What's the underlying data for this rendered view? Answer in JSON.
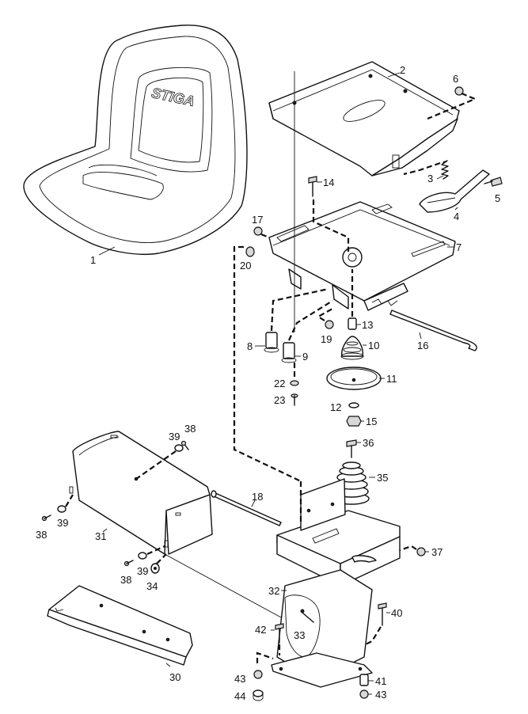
{
  "diagram": {
    "brand_text": "STIGA",
    "callouts": [
      {
        "id": "c1",
        "label": "1"
      },
      {
        "id": "c2",
        "label": "2"
      },
      {
        "id": "c3",
        "label": "3"
      },
      {
        "id": "c4",
        "label": "4"
      },
      {
        "id": "c5",
        "label": "5"
      },
      {
        "id": "c6",
        "label": "6"
      },
      {
        "id": "c7",
        "label": "7"
      },
      {
        "id": "c8",
        "label": "8"
      },
      {
        "id": "c9",
        "label": "9"
      },
      {
        "id": "c10",
        "label": "10"
      },
      {
        "id": "c11",
        "label": "11"
      },
      {
        "id": "c12",
        "label": "12"
      },
      {
        "id": "c13",
        "label": "13"
      },
      {
        "id": "c14",
        "label": "14"
      },
      {
        "id": "c15",
        "label": "15"
      },
      {
        "id": "c16",
        "label": "16"
      },
      {
        "id": "c17",
        "label": "17"
      },
      {
        "id": "c18",
        "label": "18"
      },
      {
        "id": "c19",
        "label": "19"
      },
      {
        "id": "c20",
        "label": "20"
      },
      {
        "id": "c22",
        "label": "22"
      },
      {
        "id": "c23",
        "label": "23"
      },
      {
        "id": "c30",
        "label": "30"
      },
      {
        "id": "c31",
        "label": "31"
      },
      {
        "id": "c32",
        "label": "32"
      },
      {
        "id": "c33",
        "label": "33"
      },
      {
        "id": "c34",
        "label": "34"
      },
      {
        "id": "c35",
        "label": "35"
      },
      {
        "id": "c36",
        "label": "36"
      },
      {
        "id": "c37",
        "label": "37"
      },
      {
        "id": "c38a",
        "label": "38"
      },
      {
        "id": "c38b",
        "label": "38"
      },
      {
        "id": "c38c",
        "label": "38"
      },
      {
        "id": "c39a",
        "label": "39"
      },
      {
        "id": "c39b",
        "label": "39"
      },
      {
        "id": "c39c",
        "label": "39"
      },
      {
        "id": "c40",
        "label": "40"
      },
      {
        "id": "c41",
        "label": "41"
      },
      {
        "id": "c42",
        "label": "42"
      },
      {
        "id": "c43a",
        "label": "43"
      },
      {
        "id": "c43b",
        "label": "43"
      },
      {
        "id": "c44",
        "label": "44"
      }
    ]
  }
}
